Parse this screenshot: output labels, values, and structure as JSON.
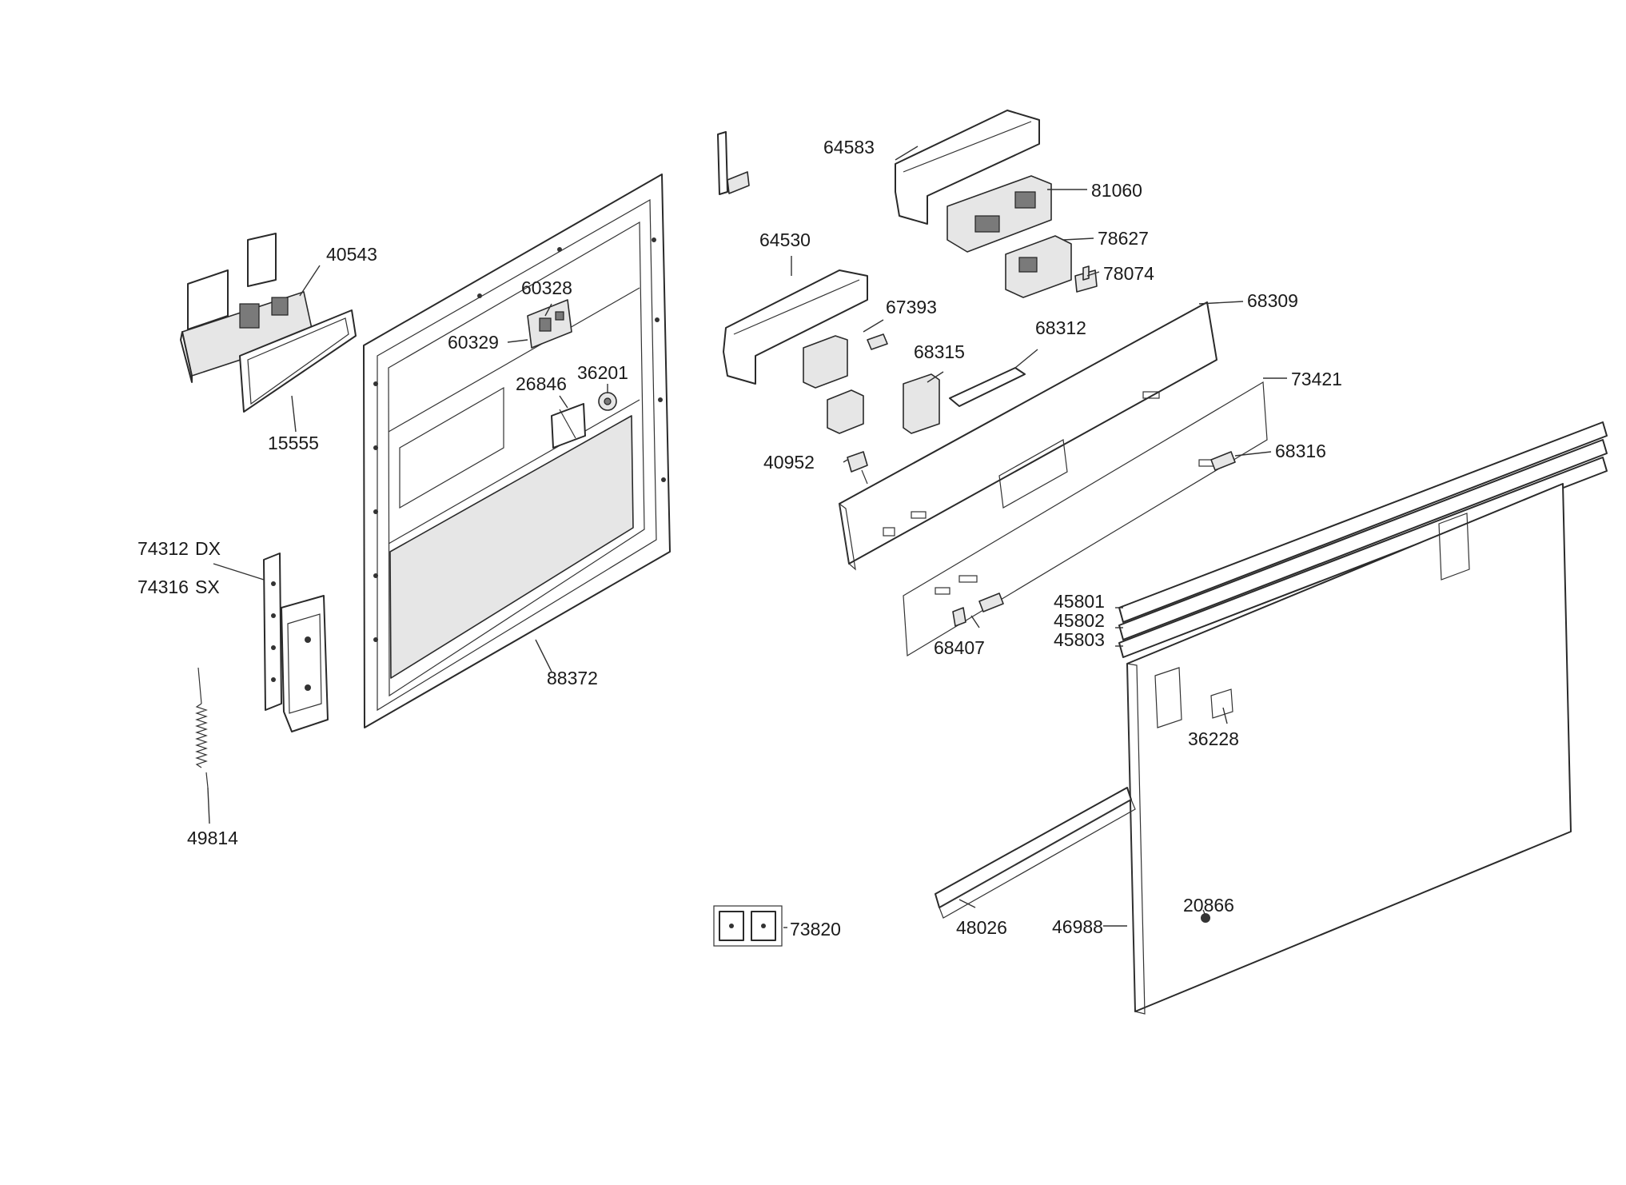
{
  "labels": {
    "p64583": "64583",
    "p81060": "81060",
    "p78627": "78627",
    "p78074": "78074",
    "p64530": "64530",
    "p67393": "67393",
    "p68309": "68309",
    "p68312": "68312",
    "p68315": "68315",
    "p73421": "73421",
    "p40543": "40543",
    "p60328": "60328",
    "p60329": "60329",
    "p26846": "26846",
    "p36201": "36201",
    "p15555": "15555",
    "p40952": "40952",
    "p68316": "68316",
    "p74312": "74312",
    "p74312_side": "DX",
    "p74316": "74316",
    "p74316_side": "SX",
    "p45801": "45801",
    "p45802": "45802",
    "p45803": "45803",
    "p68407": "68407",
    "p88372": "88372",
    "p36228": "36228",
    "p49814": "49814",
    "p20866": "20866",
    "p48026": "48026",
    "p46988": "46988",
    "p73820": "73820"
  }
}
